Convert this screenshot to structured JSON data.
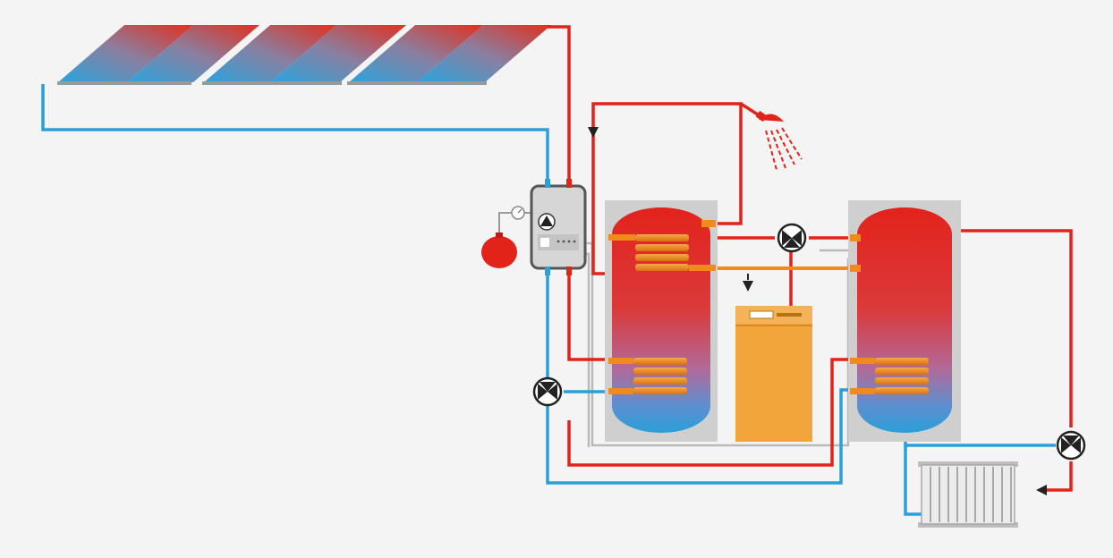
{
  "diagram": {
    "kind": "solar-thermal-heating-schematic",
    "colors": {
      "background": "#f4f4f4",
      "hot_pipe": "#e2231a",
      "cold_pipe": "#2a9fd8",
      "gray_line": "#b9b9b9",
      "exchanger_coil": "#f08a1c",
      "boiler_body": "#f1a53b",
      "tank_housing": "#cfcfcf",
      "station_body": "#d6d6d6"
    },
    "components": {
      "solar_collectors": {
        "icon": "solar-collector-icon",
        "count": 6
      },
      "solar_station": {
        "icon": "pump-station-icon"
      },
      "expansion_vessel": {
        "icon": "expansion-vessel-icon"
      },
      "pressure_gauge": {
        "icon": "gauge-icon"
      },
      "dhw_tank": {
        "icon": "storage-tank-icon",
        "coil_sets": 2
      },
      "buffer_tank": {
        "icon": "storage-tank-icon",
        "coil_sets": 2
      },
      "boiler": {
        "icon": "boiler-icon"
      },
      "shower": {
        "icon": "shower-icon"
      },
      "radiator": {
        "icon": "radiator-icon"
      },
      "mixing_valves": {
        "icon": "three-way-valve-icon",
        "count": 3
      },
      "check_valves": {
        "icon": "flow-arrow-icon",
        "count": 3
      }
    }
  }
}
